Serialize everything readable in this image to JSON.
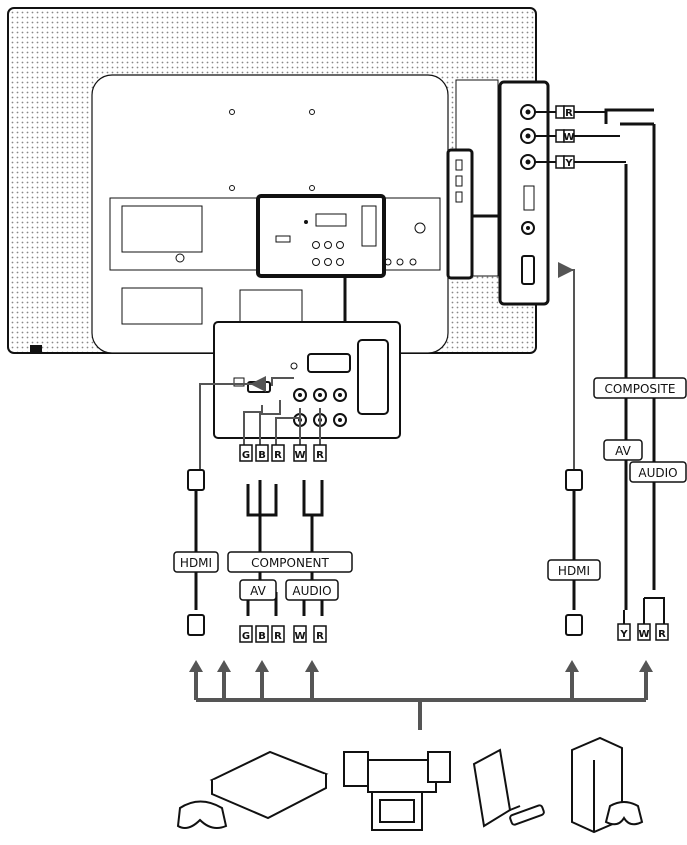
{
  "labels": {
    "hdmi_left": "HDMI",
    "component": "COMPONENT",
    "av_left": "AV",
    "audio_left": "AUDIO",
    "hdmi_right": "HDMI",
    "composite": "COMPOSITE",
    "av_right": "AV",
    "audio_right": "AUDIO"
  },
  "plug_letters": {
    "component_top": [
      "G",
      "B",
      "R"
    ],
    "audio_top": [
      "W",
      "R"
    ],
    "component_bottom": [
      "G",
      "B",
      "R"
    ],
    "audio_bottom": [
      "W",
      "R"
    ],
    "side_cable": [
      "R",
      "W",
      "Y"
    ],
    "composite_bottom": [
      "Y",
      "W",
      "R"
    ]
  },
  "devices": [
    {
      "name": "game-console-with-controller-icon"
    },
    {
      "name": "camcorder-icon"
    },
    {
      "name": "wii-console-icon"
    },
    {
      "name": "xbox-console-icon"
    }
  ],
  "colors": {
    "line": "#111111",
    "bus": "#555555",
    "panel": "#ffffff"
  }
}
